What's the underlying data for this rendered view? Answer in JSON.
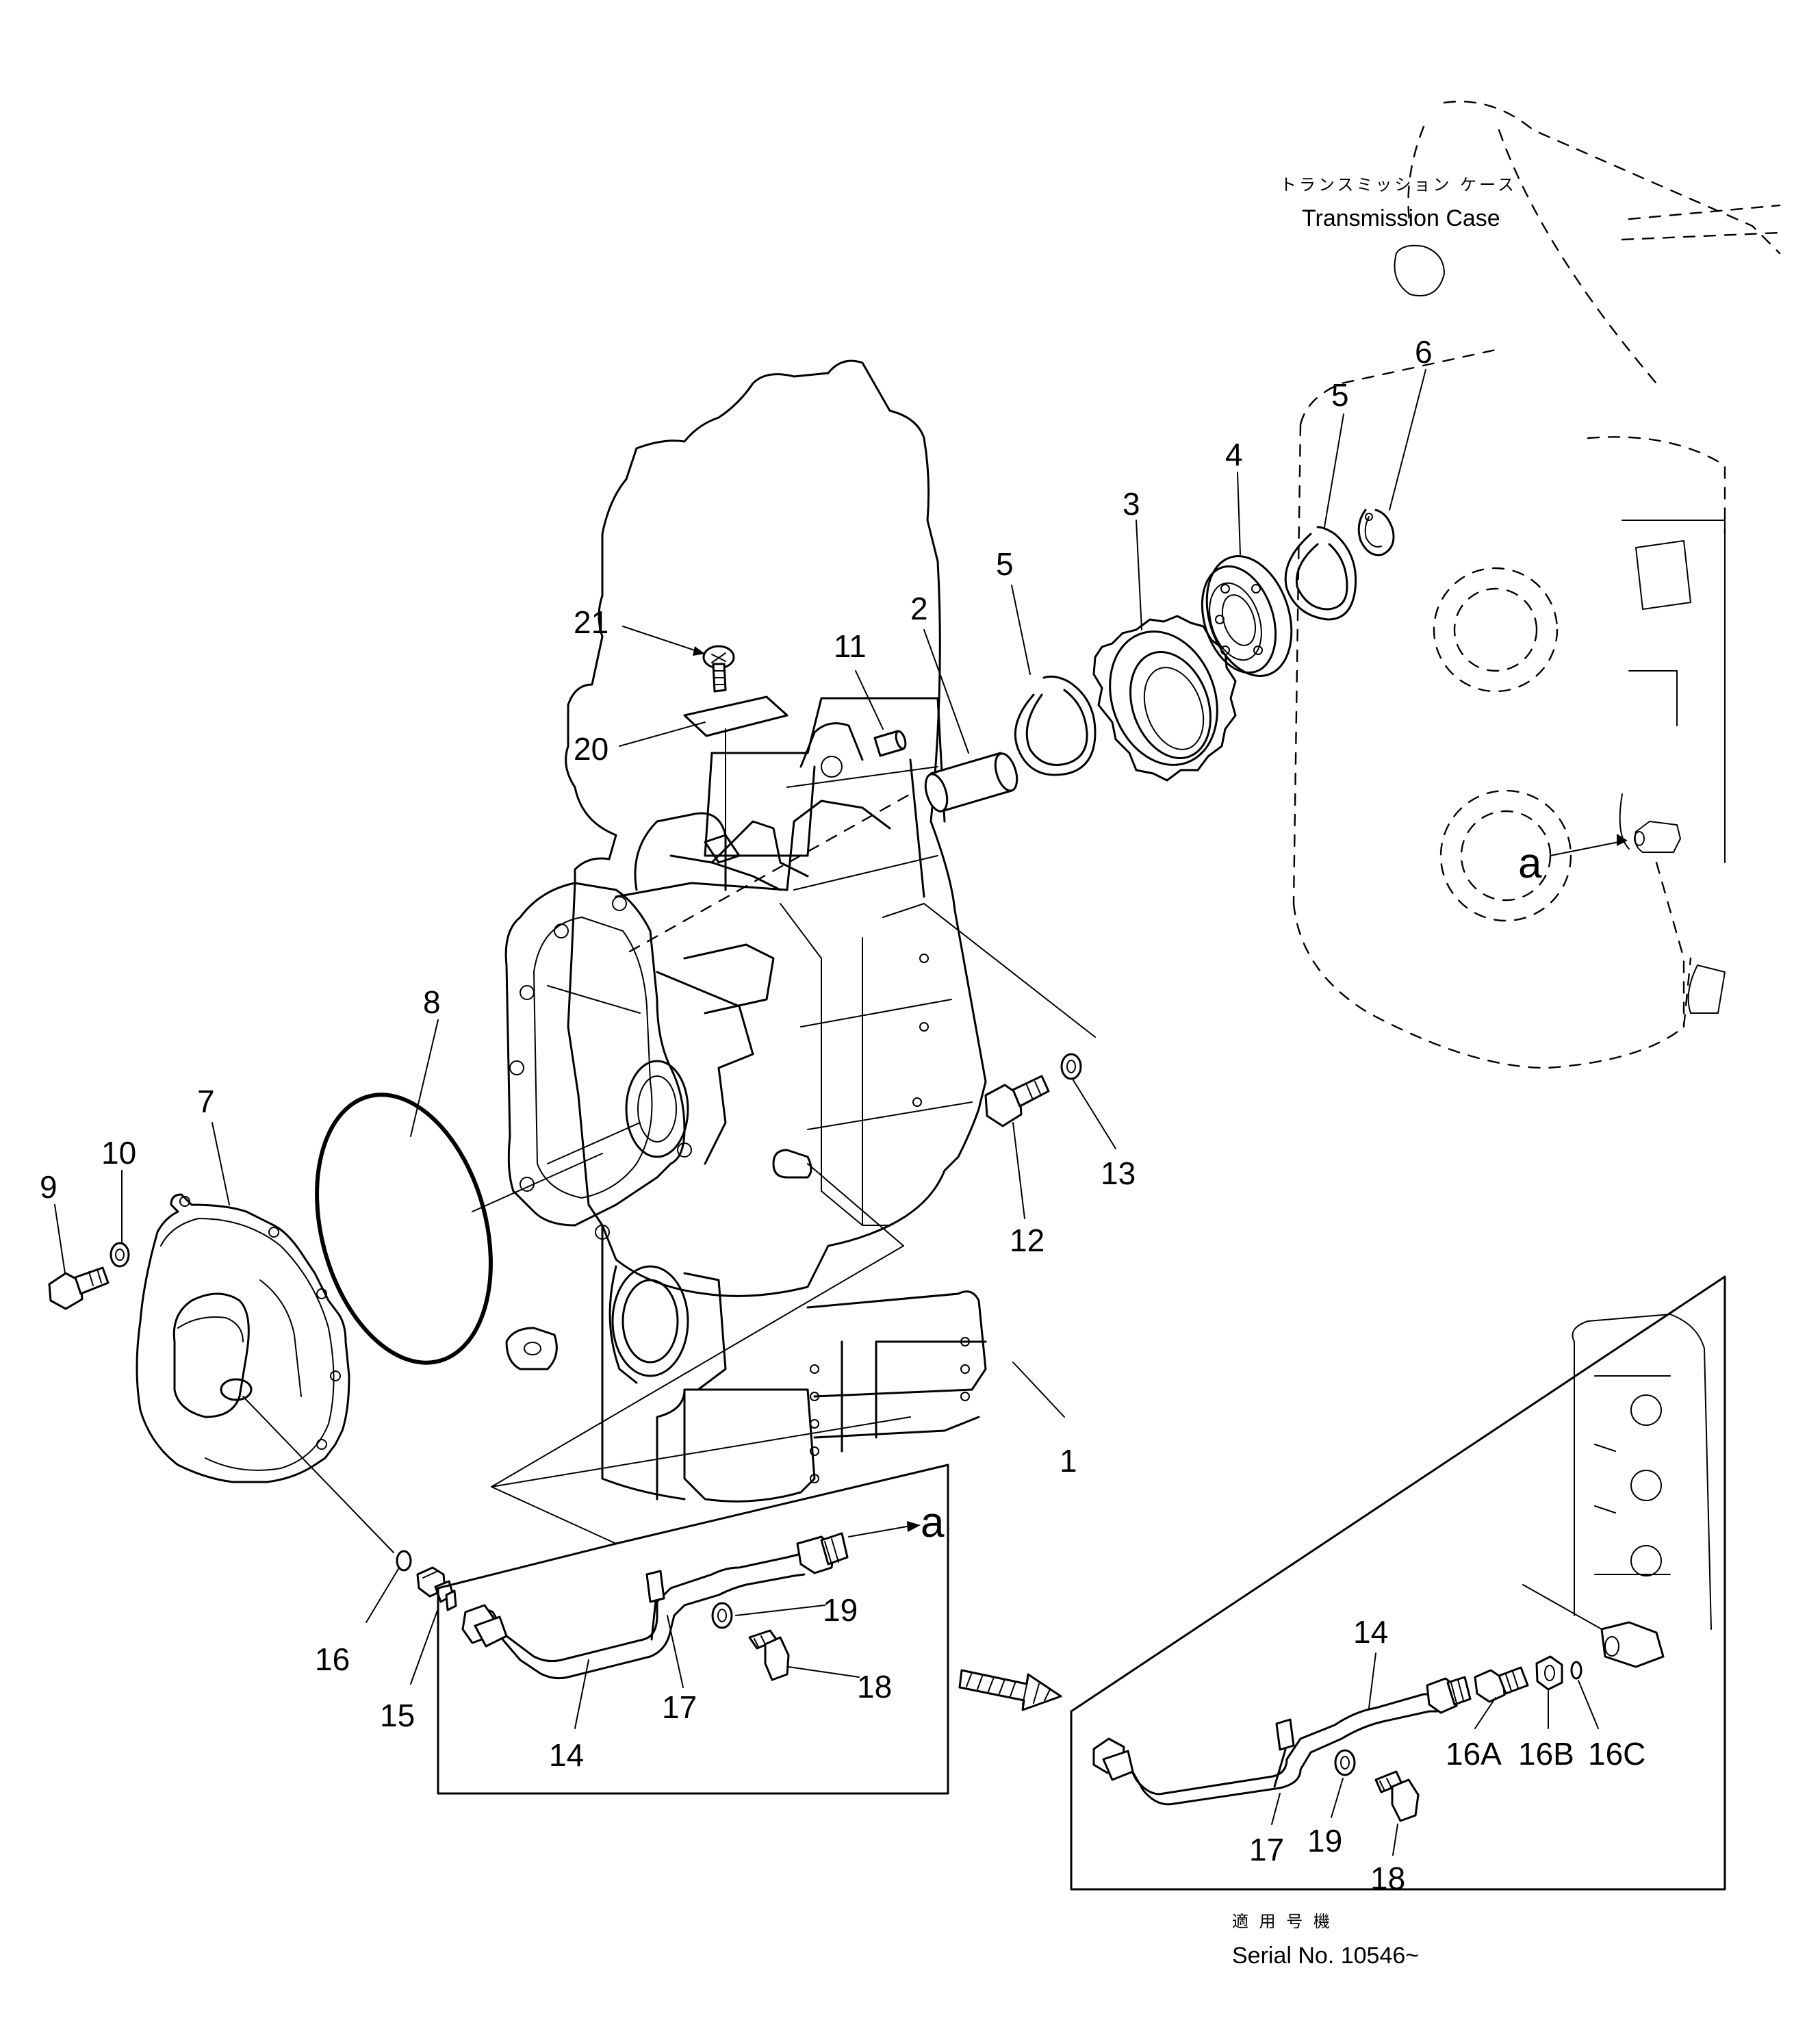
{
  "labels": {
    "transmission_case_jp": "トランスミッション ケース",
    "transmission_case_en": "Transmission Case",
    "serial_jp": "適 用 号 機",
    "serial_en": "Serial No. 10546~",
    "arrow_a_case": "a",
    "arrow_a_pipe": "a"
  },
  "callouts": {
    "p1": "1",
    "p2": "2",
    "p3": "3",
    "p4": "4",
    "p5a": "5",
    "p5b": "5",
    "p6": "6",
    "p7": "7",
    "p8": "8",
    "p9": "9",
    "p10": "10",
    "p11": "11",
    "p12": "12",
    "p13": "13",
    "p14a": "14",
    "p14b": "14",
    "p15": "15",
    "p16": "16",
    "p16A": "16A",
    "p16B": "16B",
    "p16C": "16C",
    "p17a": "17",
    "p17b": "17",
    "p18a": "18",
    "p18b": "18",
    "p19a": "19",
    "p19b": "19",
    "p20": "20",
    "p21": "21"
  }
}
